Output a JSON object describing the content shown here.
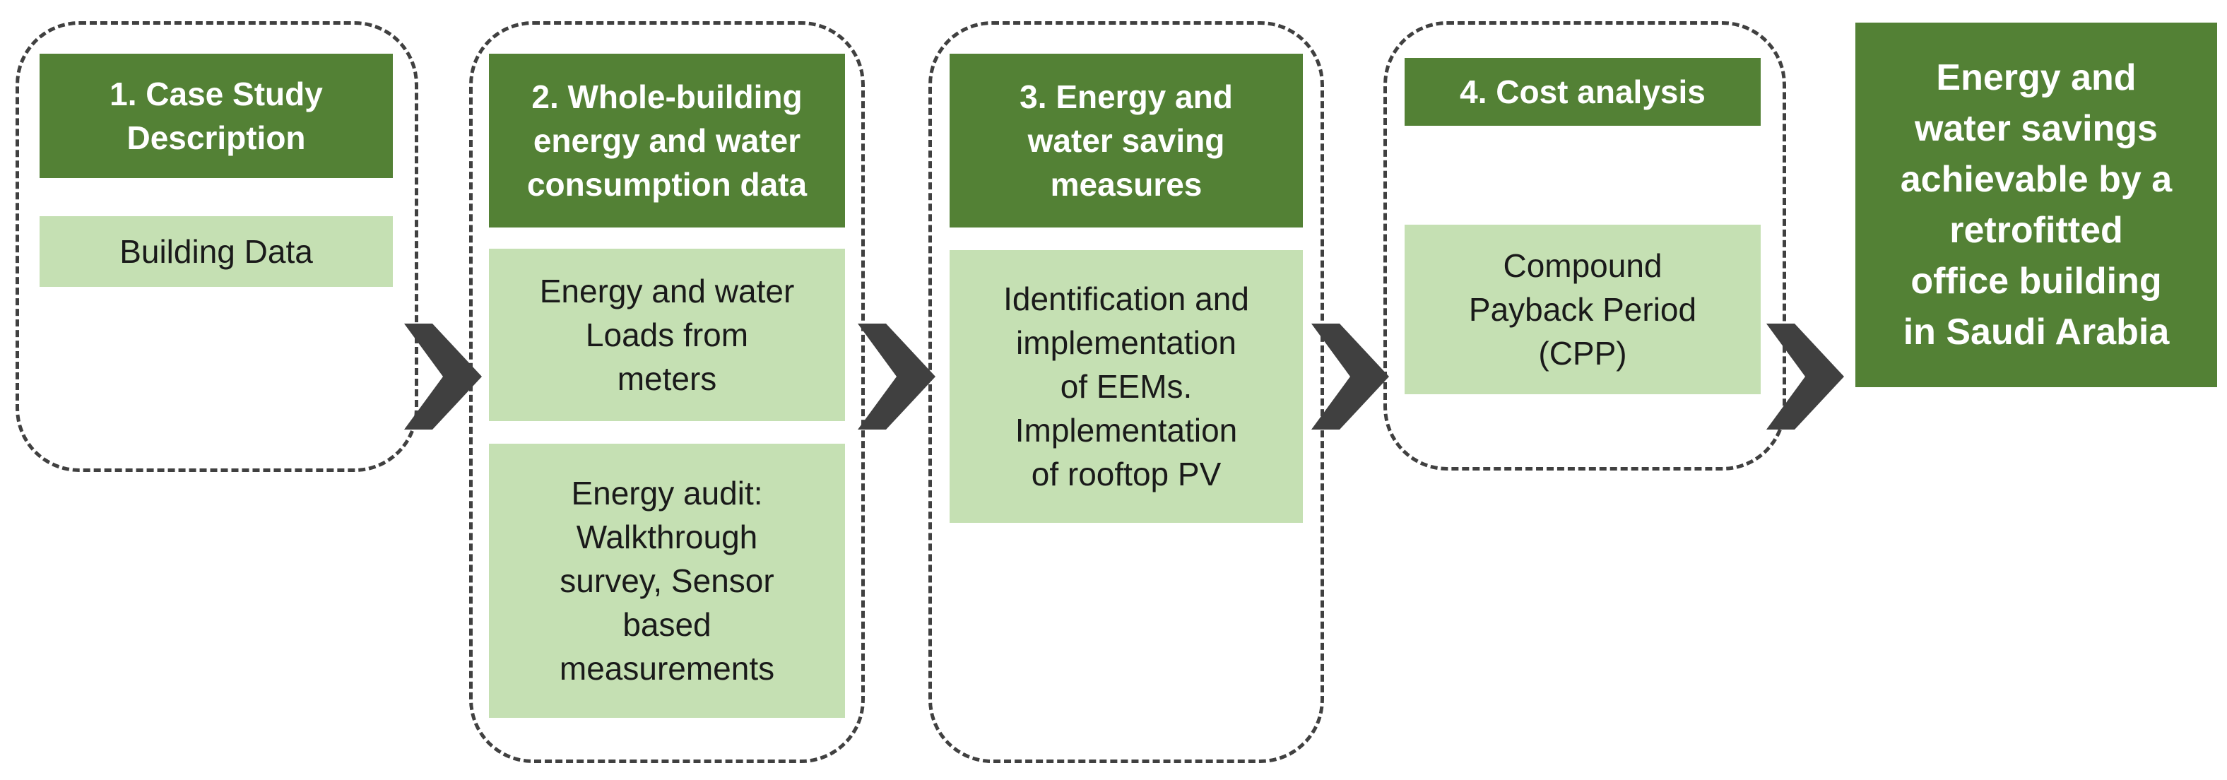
{
  "steps": [
    {
      "header": "1. Case Study\nDescription",
      "items": [
        "Building Data"
      ]
    },
    {
      "header": "2. Whole-building\nenergy and water\nconsumption data",
      "items": [
        "Energy and water\nLoads from\nmeters",
        "Energy audit:\nWalkthrough\nsurvey, Sensor\nbased\nmeasurements"
      ]
    },
    {
      "header": "3. Energy and\nwater saving\nmeasures",
      "items": [
        "Identification and\nimplementation\nof EEMs.\nImplementation\nof rooftop PV"
      ]
    },
    {
      "header": "4. Cost analysis",
      "items": [
        "Compound\nPayback Period\n(CPP)"
      ]
    }
  ],
  "result": "Energy and\nwater savings\nachievable by a\nretrofitted\noffice building\nin Saudi  Arabia",
  "colors": {
    "header": "#538135",
    "item": "#c5e0b3",
    "arrow": "#404040",
    "dashed_border": "#404040"
  }
}
